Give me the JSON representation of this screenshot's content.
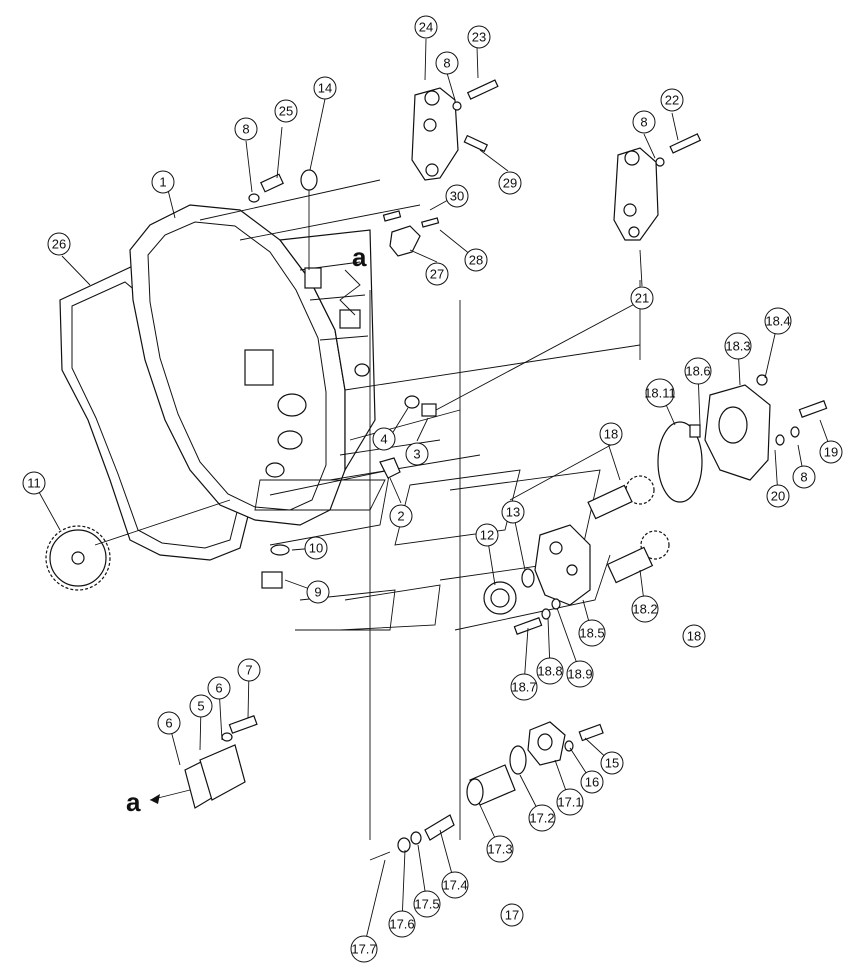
{
  "diagram": {
    "type": "exploded-parts-diagram",
    "view_letter": "a",
    "callouts": [
      "1",
      "2",
      "3",
      "4",
      "5",
      "6",
      "6",
      "7",
      "8",
      "8",
      "8",
      "8",
      "9",
      "10",
      "11",
      "12",
      "13",
      "14",
      "15",
      "16",
      "17",
      "17.1",
      "17.2",
      "17.3",
      "17.4",
      "17.5",
      "17.6",
      "17.7",
      "18",
      "18",
      "18.2",
      "18.3",
      "18.4",
      "18.5",
      "18.6",
      "18.7",
      "18.8",
      "18.9",
      "18.11",
      "19",
      "20",
      "21",
      "22",
      "23",
      "24",
      "25",
      "26",
      "27",
      "28",
      "29",
      "30"
    ]
  }
}
